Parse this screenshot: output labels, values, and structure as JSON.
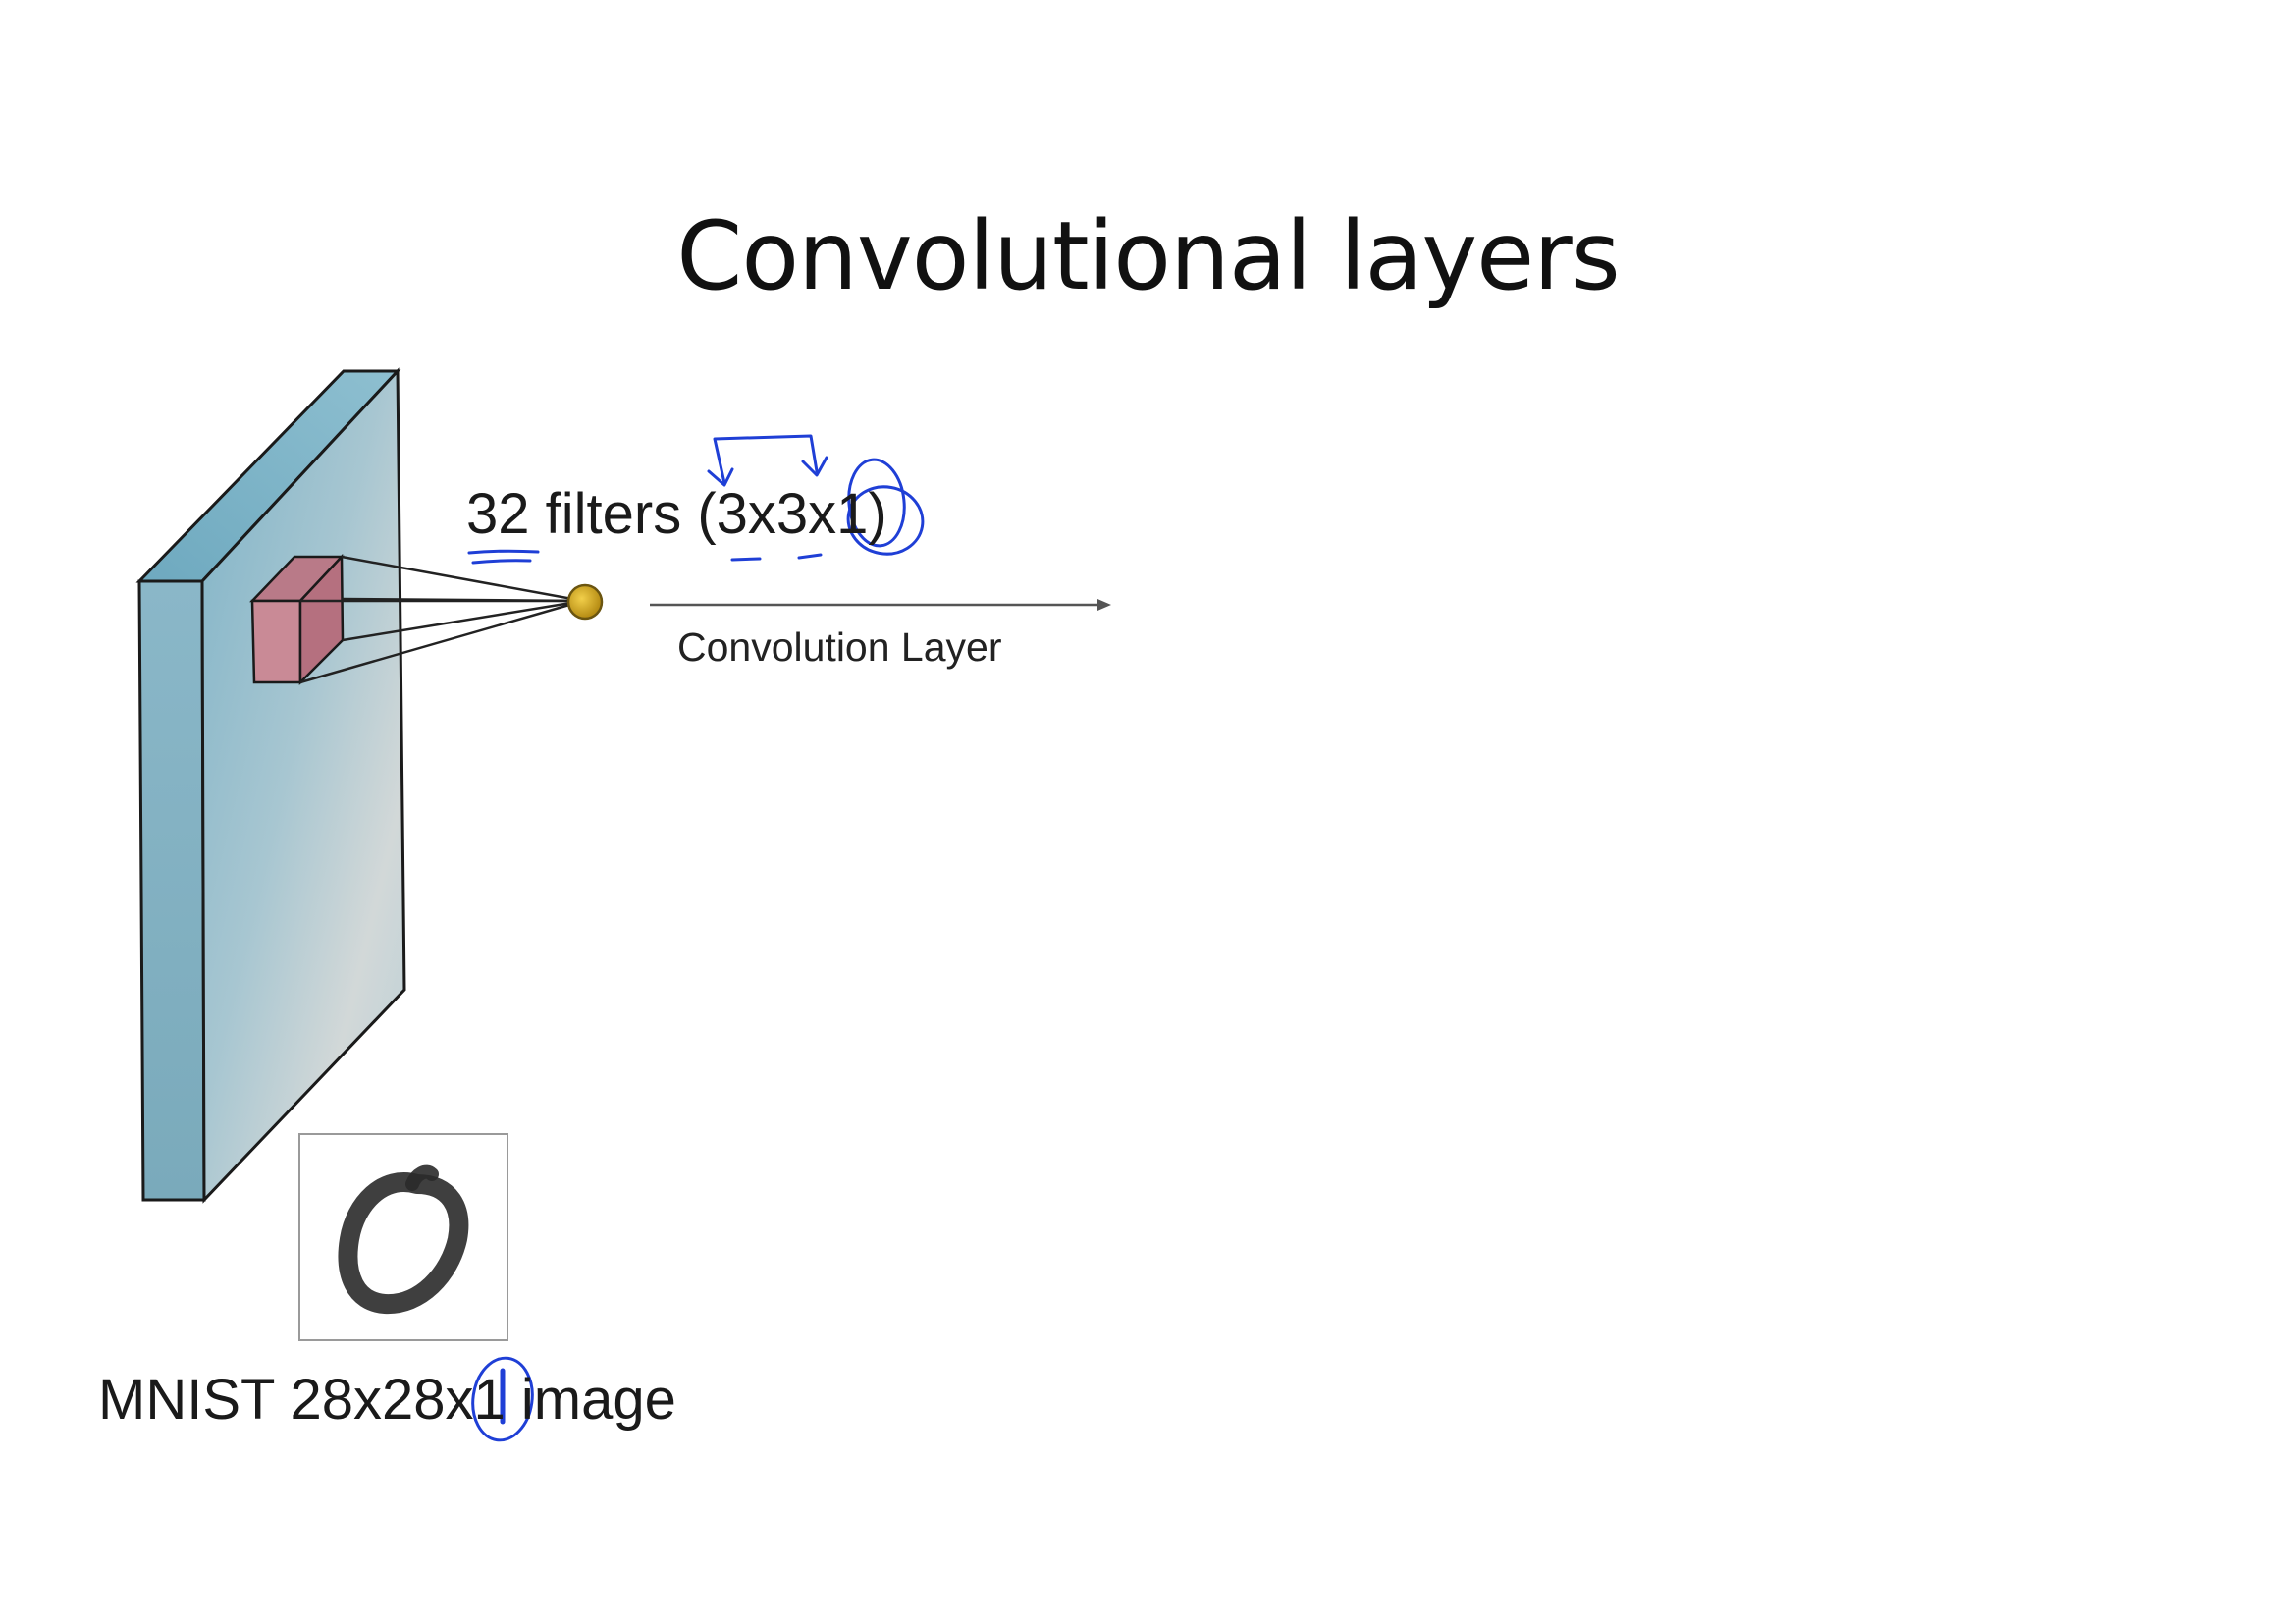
{
  "slide": {
    "title": "Convolutional layers"
  },
  "labels": {
    "filters": "32 filters (3x3x1)",
    "convolution_layer": "Convolution Layer",
    "input": "MNIST 28x28x1 image"
  },
  "colors": {
    "input_volume_face": "#a9c9d6",
    "input_volume_side": "#8fb5c4",
    "receptive_field": "#c98a96",
    "neuron": "#d4a520",
    "annotation_ink": "#1f3fd6"
  },
  "icons": {
    "digit_thumbnail": "handwritten-zero"
  }
}
